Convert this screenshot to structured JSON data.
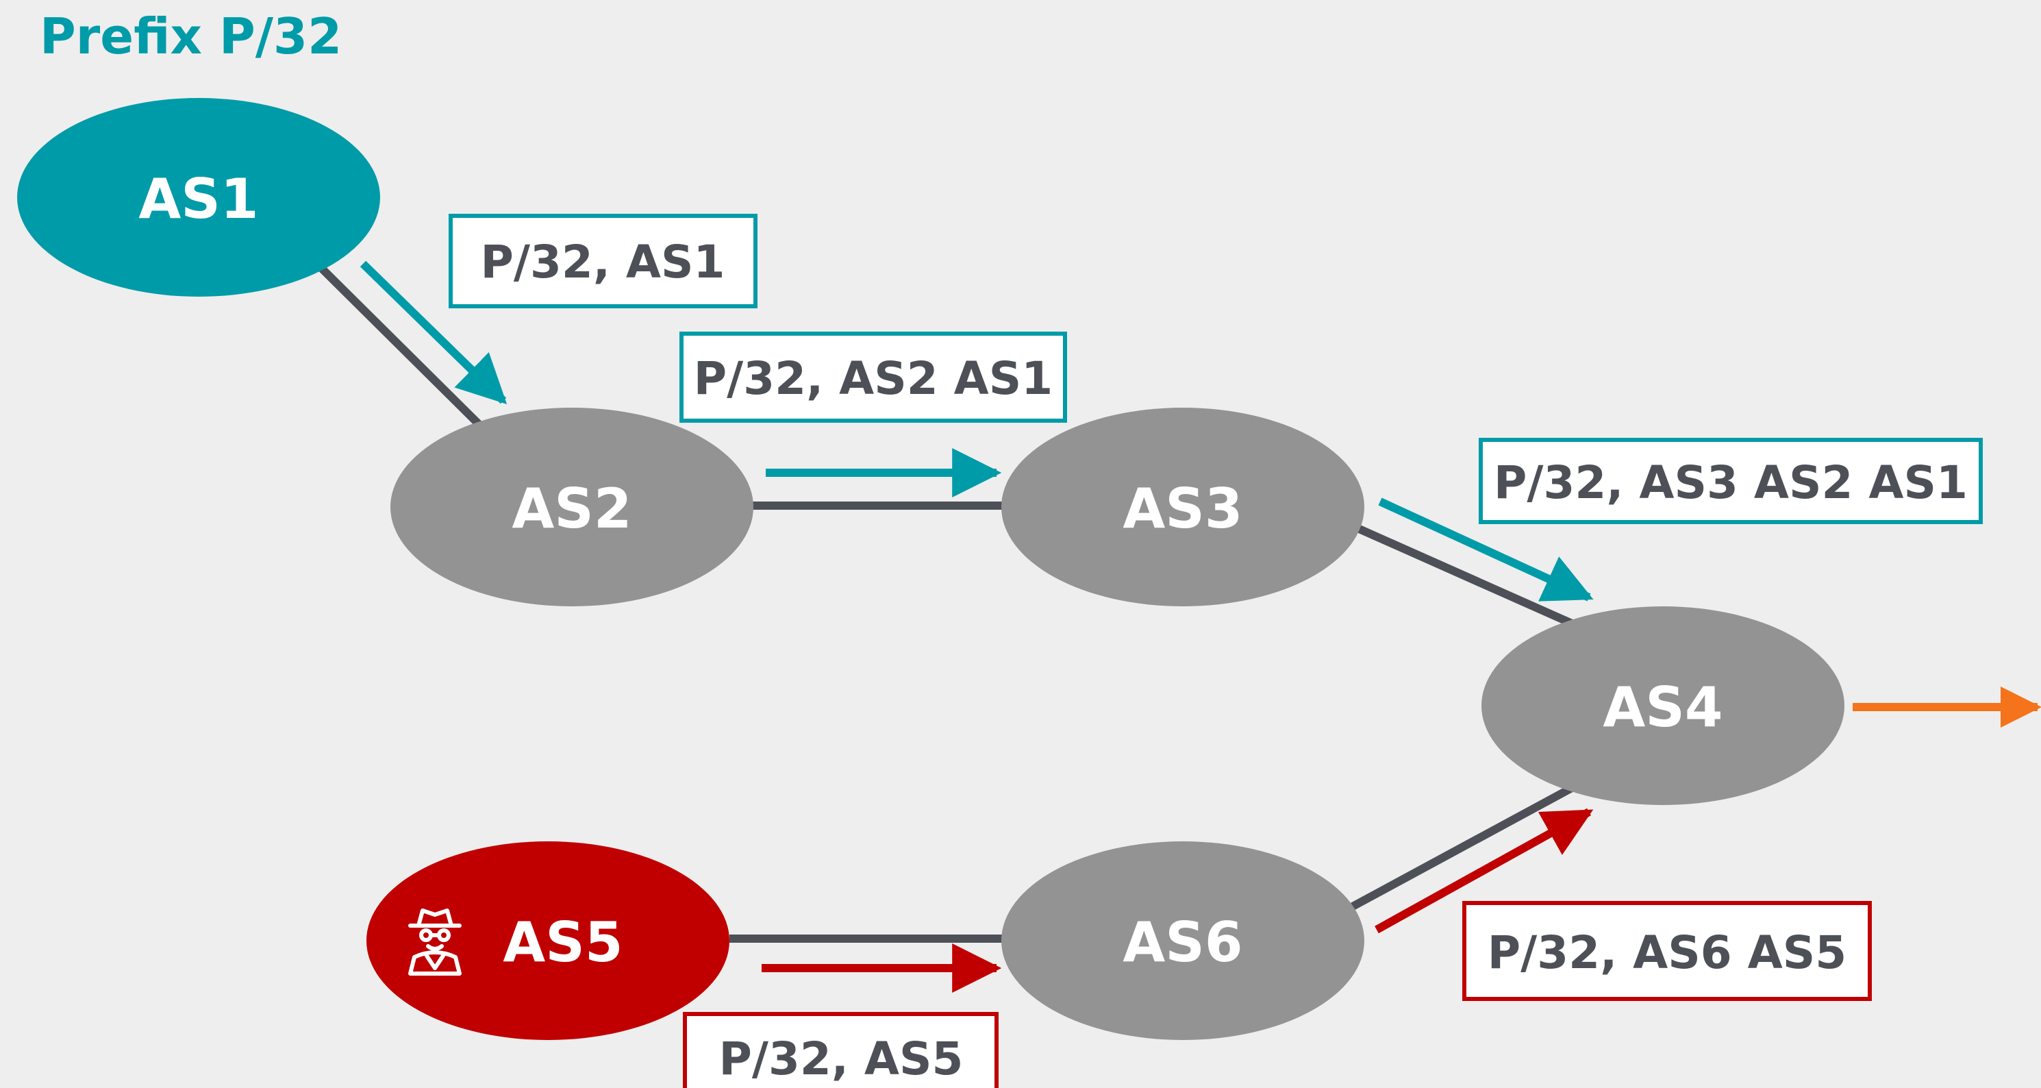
{
  "title": "Prefix P/32",
  "colors": {
    "background": "#eeeeee",
    "legit": "#009ba8",
    "attacker": "#c00000",
    "neutral_node": "#939393",
    "link": "#4d5157",
    "outgoing": "#f5731b",
    "box_text": "#4d5157",
    "box_fill": "#ffffff"
  },
  "nodes": {
    "as1": {
      "label": "AS1",
      "role": "origin",
      "icon": null
    },
    "as2": {
      "label": "AS2",
      "role": "transit",
      "icon": null
    },
    "as3": {
      "label": "AS3",
      "role": "transit",
      "icon": null
    },
    "as4": {
      "label": "AS4",
      "role": "transit",
      "icon": null
    },
    "as5": {
      "label": "AS5",
      "role": "hijacker",
      "icon": "spy-icon"
    },
    "as6": {
      "label": "AS6",
      "role": "transit",
      "icon": null
    }
  },
  "links": [
    {
      "from": "AS1",
      "to": "AS2"
    },
    {
      "from": "AS2",
      "to": "AS3"
    },
    {
      "from": "AS3",
      "to": "AS4"
    },
    {
      "from": "AS5",
      "to": "AS6"
    },
    {
      "from": "AS6",
      "to": "AS4"
    }
  ],
  "announcements": {
    "as1_to_as2": {
      "text": "P/32, AS1",
      "kind": "legit"
    },
    "as2_to_as3": {
      "text": "P/32, AS2 AS1",
      "kind": "legit"
    },
    "as3_to_as4": {
      "text": "P/32, AS3 AS2 AS1",
      "kind": "legit"
    },
    "as5_to_as6": {
      "text": "P/32, AS5",
      "kind": "hijack"
    },
    "as6_to_as4": {
      "text": "P/32, AS6 AS5",
      "kind": "hijack"
    }
  }
}
